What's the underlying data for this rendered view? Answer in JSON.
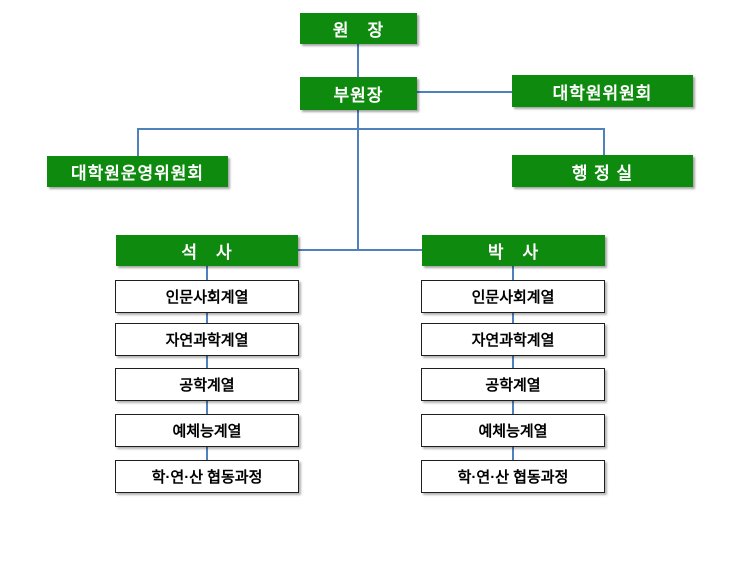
{
  "palette": {
    "box_fill_green": "#0e8a0e",
    "box_text_white": "#ffffff",
    "connector_blue": "#4f81bd",
    "white_box_border": "#1f1f1f",
    "white_box_text": "#000000"
  },
  "org_chart": {
    "director": "원　장",
    "vice_director": "부원장",
    "graduate_committee": "대학원위원회",
    "operating_committee": "대학원운영위원회",
    "admin_office": "행 정 실",
    "masters": "석　사",
    "doctoral": "박　사",
    "masters_departments": [
      "인문사회계열",
      "자연과학계열",
      "공학계열",
      "예체능계열",
      "학·연·산 협동과정"
    ],
    "doctoral_departments": [
      "인문사회계열",
      "자연과학계열",
      "공학계열",
      "예체능계열",
      "학·연·산 협동과정"
    ]
  }
}
